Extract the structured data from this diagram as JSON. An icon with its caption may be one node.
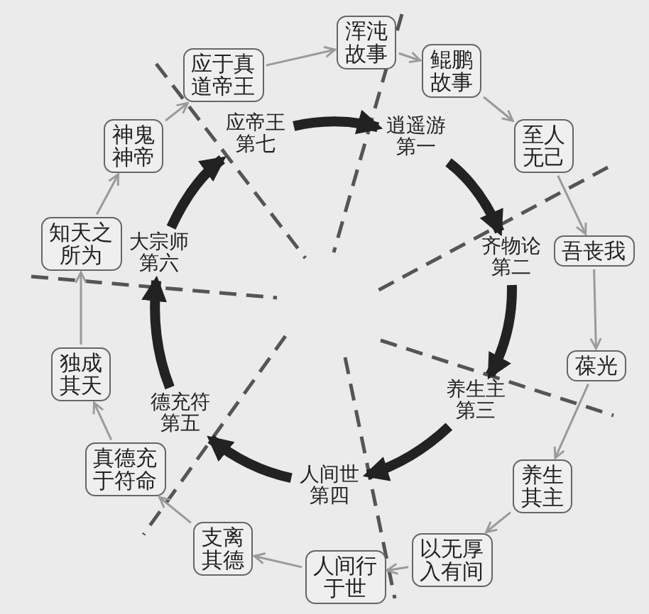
{
  "diagram": {
    "nodes": [
      {
        "text": [
          "浑沌故事"
        ]
      },
      {
        "text": [
          "鲲鹏故事"
        ]
      },
      {
        "text": [
          "至人无己"
        ]
      },
      {
        "text": [
          "吾丧我"
        ]
      },
      {
        "text": [
          "葆光"
        ]
      },
      {
        "text": [
          "养生其主"
        ]
      },
      {
        "text": [
          "以无厚入有间"
        ]
      },
      {
        "text": [
          "人间行于世"
        ]
      },
      {
        "text": [
          "支离其德"
        ]
      },
      {
        "text": [
          "真德充于符命"
        ]
      },
      {
        "text": [
          "独成其天"
        ]
      },
      {
        "text": [
          "知天之所为"
        ]
      },
      {
        "text": [
          "神鬼神帝"
        ]
      },
      {
        "text": [
          "应于真道帝王"
        ]
      },
      {
        "text": [
          "逍遥游",
          "第一"
        ]
      },
      {
        "text": [
          "齐物论",
          "第二"
        ]
      },
      {
        "text": [
          "养生主",
          "第三"
        ]
      },
      {
        "text": [
          "人间世",
          "第四"
        ]
      },
      {
        "text": [
          "德充符",
          "第五"
        ]
      },
      {
        "text": [
          "大宗师",
          "第六"
        ]
      },
      {
        "text": [
          "应帝王",
          "第七"
        ]
      }
    ],
    "edges": [
      {
        "from": 13,
        "to": 0,
        "arrow": "to"
      },
      {
        "from": 0,
        "to": 1,
        "arrow": "to"
      },
      {
        "from": 1,
        "to": 2,
        "arrow": "to"
      },
      {
        "from": 2,
        "to": 3,
        "arrow": "to"
      },
      {
        "from": 3,
        "to": 4,
        "arrow": "to"
      },
      {
        "from": 4,
        "to": 5,
        "arrow": "to"
      },
      {
        "from": 5,
        "to": 6,
        "arrow": "to"
      },
      {
        "from": 6,
        "to": 7,
        "arrow": "to"
      },
      {
        "from": 7,
        "to": 8,
        "arrow": "to"
      },
      {
        "from": 8,
        "to": 9,
        "arrow": "to"
      },
      {
        "from": 9,
        "to": 10,
        "arrow": "to"
      },
      {
        "from": 10,
        "to": 11,
        "arrow": "to"
      },
      {
        "from": 11,
        "to": 12,
        "arrow": "to"
      },
      {
        "from": 12,
        "to": 13,
        "arrow": "to"
      },
      {
        "from": 20,
        "to": 14,
        "arrow": "to",
        "style": "thick",
        "color": "#222222"
      },
      {
        "from": 14,
        "to": 15,
        "arrow": "to",
        "style": "thick",
        "color": "#222222"
      },
      {
        "from": 15,
        "to": 16,
        "arrow": "to",
        "style": "thick",
        "color": "#222222"
      },
      {
        "from": 16,
        "to": 17,
        "arrow": "to",
        "style": "thick",
        "color": "#222222"
      },
      {
        "from": 17,
        "to": 18,
        "arrow": "to",
        "style": "thick",
        "color": "#222222"
      },
      {
        "from": 18,
        "to": 19,
        "arrow": "to",
        "style": "thick",
        "color": "#222222"
      },
      {
        "from": 19,
        "to": 20,
        "arrow": "to",
        "style": "thick",
        "color": "#222222"
      }
    ]
  }
}
